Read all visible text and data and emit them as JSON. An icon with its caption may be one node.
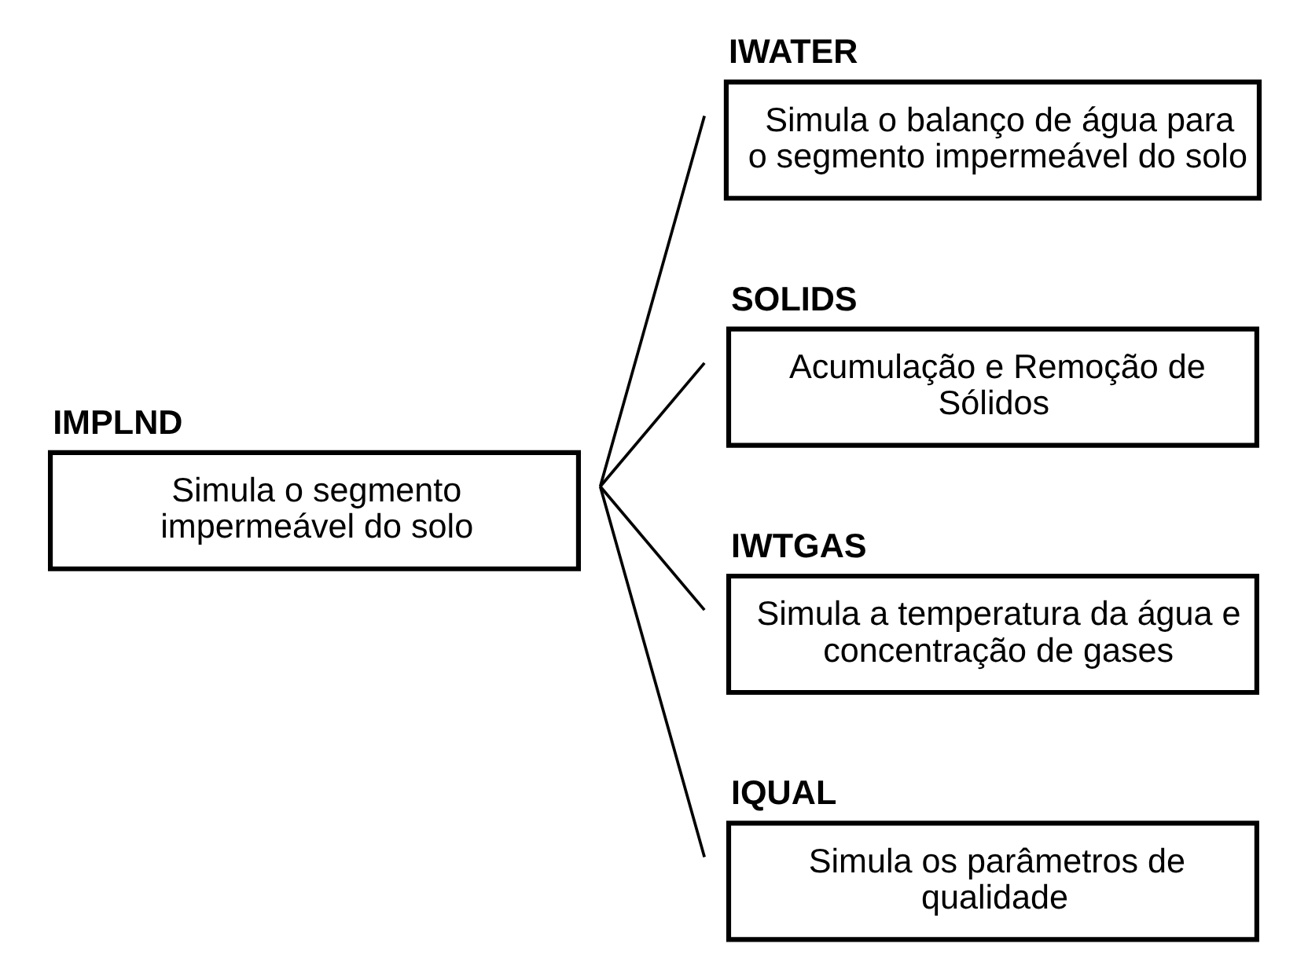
{
  "diagram": {
    "nodes": [
      {
        "text": [
          "IMPLND",
          "Simula o segmento impermeável do solo"
        ]
      },
      {
        "text": [
          "IWATER",
          "Simula o balanço de água para o segmento impermeável do solo"
        ]
      },
      {
        "text": [
          "SOLIDS",
          "Acumulação e Remoção de Sólidos"
        ]
      },
      {
        "text": [
          "IWTGAS",
          "Simula a temperatura da água e concentração de gases"
        ]
      },
      {
        "text": [
          "IQUAL",
          "Simula os parâmetros de qualidade"
        ]
      }
    ],
    "edges": [
      {
        "from": 0,
        "to": 1,
        "arrow": "none"
      },
      {
        "from": 0,
        "to": 2,
        "arrow": "none"
      },
      {
        "from": 0,
        "to": 3,
        "arrow": "none"
      },
      {
        "from": 0,
        "to": 4,
        "arrow": "none"
      }
    ]
  }
}
